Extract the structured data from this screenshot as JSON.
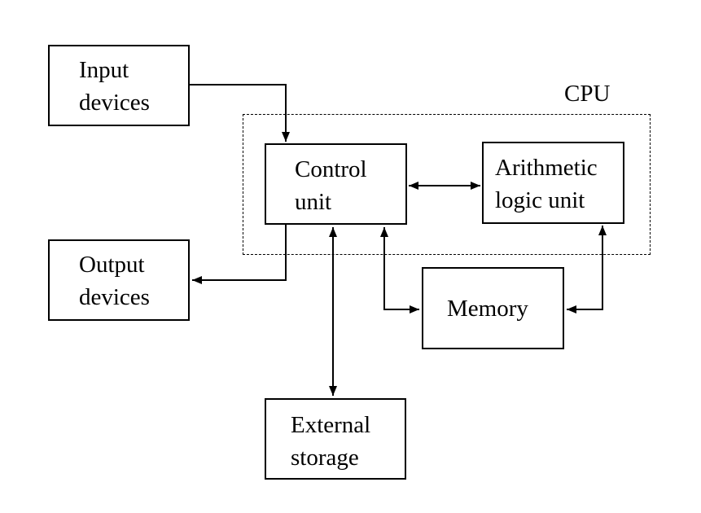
{
  "cpu": {
    "label": "CPU"
  },
  "nodes": {
    "input_devices": {
      "line1": "Input",
      "line2": "devices"
    },
    "output_devices": {
      "line1": "Output",
      "line2": "devices"
    },
    "control_unit": {
      "line1": "Control",
      "line2": "unit"
    },
    "alu": {
      "line1": "Arithmetic",
      "line2": "logic unit"
    },
    "memory": {
      "line1": "Memory"
    },
    "external_storage": {
      "line1": "External",
      "line2": "storage"
    }
  },
  "edges": [
    {
      "from": "input_devices",
      "to": "control_unit",
      "direction": "one-way"
    },
    {
      "from": "control_unit",
      "to": "output_devices",
      "direction": "one-way"
    },
    {
      "from": "control_unit",
      "to": "alu",
      "direction": "two-way"
    },
    {
      "from": "control_unit",
      "to": "memory",
      "direction": "two-way"
    },
    {
      "from": "alu",
      "to": "memory",
      "direction": "two-way"
    },
    {
      "from": "control_unit",
      "to": "external_storage",
      "direction": "two-way"
    }
  ]
}
